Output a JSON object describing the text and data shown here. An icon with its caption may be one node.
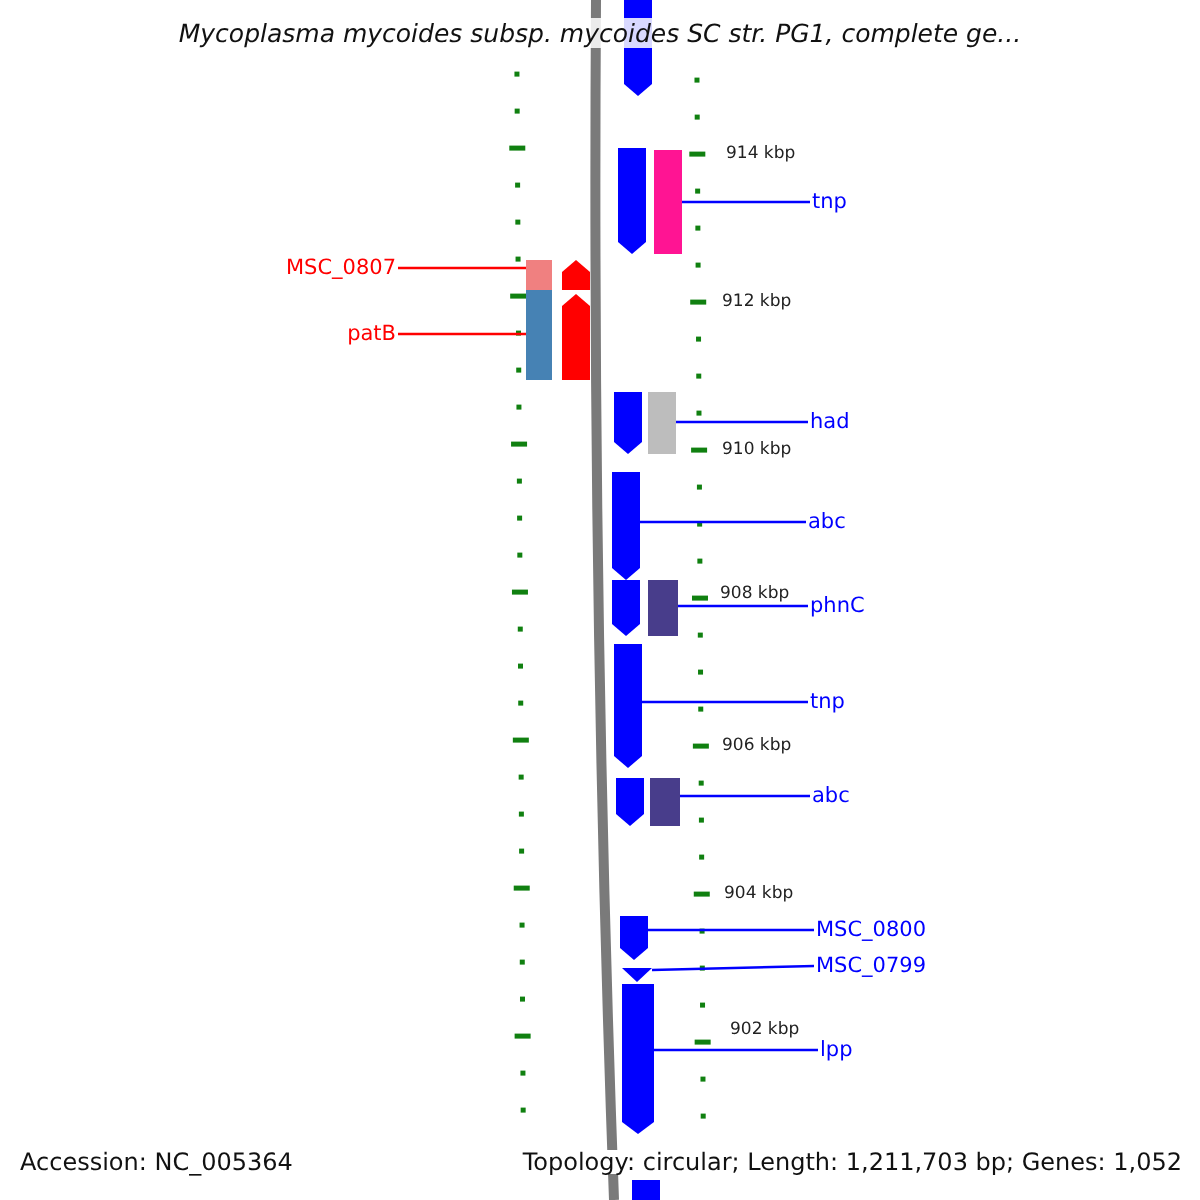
{
  "diagram": {
    "title": "Mycoplasma mycoides subsp. mycoides SC str. PG1, complete ge...",
    "nodes": [
      {
        "text": [
          "MSC_0807"
        ]
      },
      {
        "text": [
          "patB"
        ]
      },
      {
        "text": [
          "tnp"
        ]
      },
      {
        "text": [
          "had"
        ]
      },
      {
        "text": [
          "abc"
        ]
      },
      {
        "text": [
          "phnC"
        ]
      },
      {
        "text": [
          "tnp"
        ]
      },
      {
        "text": [
          "abc"
        ]
      },
      {
        "text": [
          "MSC_0800"
        ]
      },
      {
        "text": [
          "MSC_0799"
        ]
      },
      {
        "text": [
          "lpp"
        ]
      },
      {
        "text": [],
        "shape": "box"
      },
      {
        "text": [],
        "shape": "box"
      },
      {
        "text": [],
        "shape": "box"
      },
      {
        "text": [],
        "shape": "box"
      },
      {
        "text": [],
        "shape": "arrow"
      },
      {
        "text": [],
        "shape": "box"
      },
      {
        "text": [],
        "shape": "arrow"
      },
      {
        "text": [],
        "shape": "box"
      },
      {
        "text": [],
        "shape": "arrow"
      },
      {
        "text": [],
        "shape": "triangle"
      },
      {
        "text": [],
        "shape": "arrow"
      },
      {
        "text": [],
        "shape": "arrow"
      },
      {
        "text": [],
        "shape": "arrow"
      },
      {
        "text": [],
        "shape": "arrow"
      },
      {
        "text": [],
        "shape": "arrow"
      },
      {
        "text": [],
        "shape": "arrow"
      },
      {
        "text": [],
        "shape": "arrow"
      },
      {
        "text": [],
        "shape": "arrow"
      },
      {
        "text": [],
        "shape": "box"
      }
    ],
    "edges": [
      {
        "from": 0,
        "to": 11,
        "arrow": "none",
        "color": "#ff0000"
      },
      {
        "from": 1,
        "to": 12,
        "arrow": "none",
        "color": "#ff0000"
      },
      {
        "from": 2,
        "to": 13,
        "arrow": "none"
      },
      {
        "from": 3,
        "to": 14,
        "arrow": "none"
      },
      {
        "from": 4,
        "to": 15,
        "arrow": "none"
      },
      {
        "from": 5,
        "to": 16,
        "arrow": "none"
      },
      {
        "from": 6,
        "to": 17,
        "arrow": "none"
      },
      {
        "from": 7,
        "to": 18,
        "arrow": "none"
      },
      {
        "from": 8,
        "to": 19,
        "arrow": "none"
      },
      {
        "from": 9,
        "to": 20,
        "arrow": "none"
      },
      {
        "from": 10,
        "to": 21,
        "arrow": "none"
      }
    ],
    "labels": [
      "914 kbp",
      "912 kbp",
      "910 kbp",
      "908 kbp",
      "906 kbp",
      "904 kbp",
      "902 kbp",
      "Accession: NC_005364",
      "Topology: circular; Length: 1,211,703 bp; Genes: 1,052"
    ]
  }
}
